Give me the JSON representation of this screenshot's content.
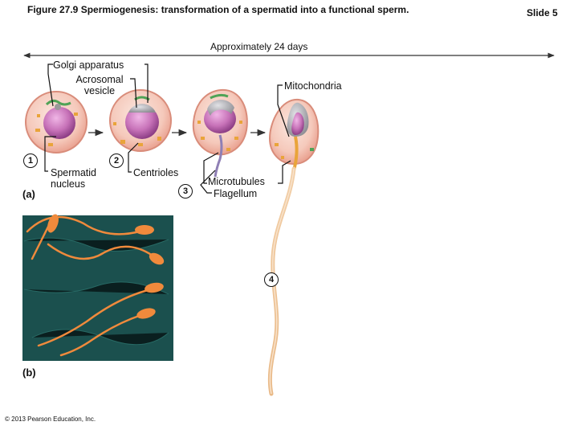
{
  "header": {
    "title": "Figure 27.9 Spermiogenesis: transformation of a spermatid into a functional sperm.",
    "slide": "Slide 5"
  },
  "timeline": {
    "label": "Approximately 24 days"
  },
  "labels": {
    "golgi": "Golgi apparatus",
    "acrosomal_line1": "Acrosomal",
    "acrosomal_line2": "vesicle",
    "mitochondria": "Mitochondria",
    "spermatid_line1": "Spermatid",
    "spermatid_line2": "nucleus",
    "centrioles": "Centrioles",
    "microtubules": "Microtubules",
    "flagellum": "Flagellum"
  },
  "steps": [
    "1",
    "2",
    "3",
    "4"
  ],
  "panels": {
    "a": "(a)",
    "b": "(b)"
  },
  "footer": {
    "copyright": "© 2013 Pearson Education, Inc."
  },
  "colors": {
    "cell_outer": "#f2b5a6",
    "cell_inner": "#f7d3c7",
    "nucleus": "#c772b8",
    "acrosome": "#9a9a9a",
    "golgi": "#4fa356",
    "granule": "#e9a43a",
    "flagellum": "#f0c9a0",
    "micrograph_bg": "#1f5a57",
    "micrograph_sperm": "#f08a3c"
  }
}
